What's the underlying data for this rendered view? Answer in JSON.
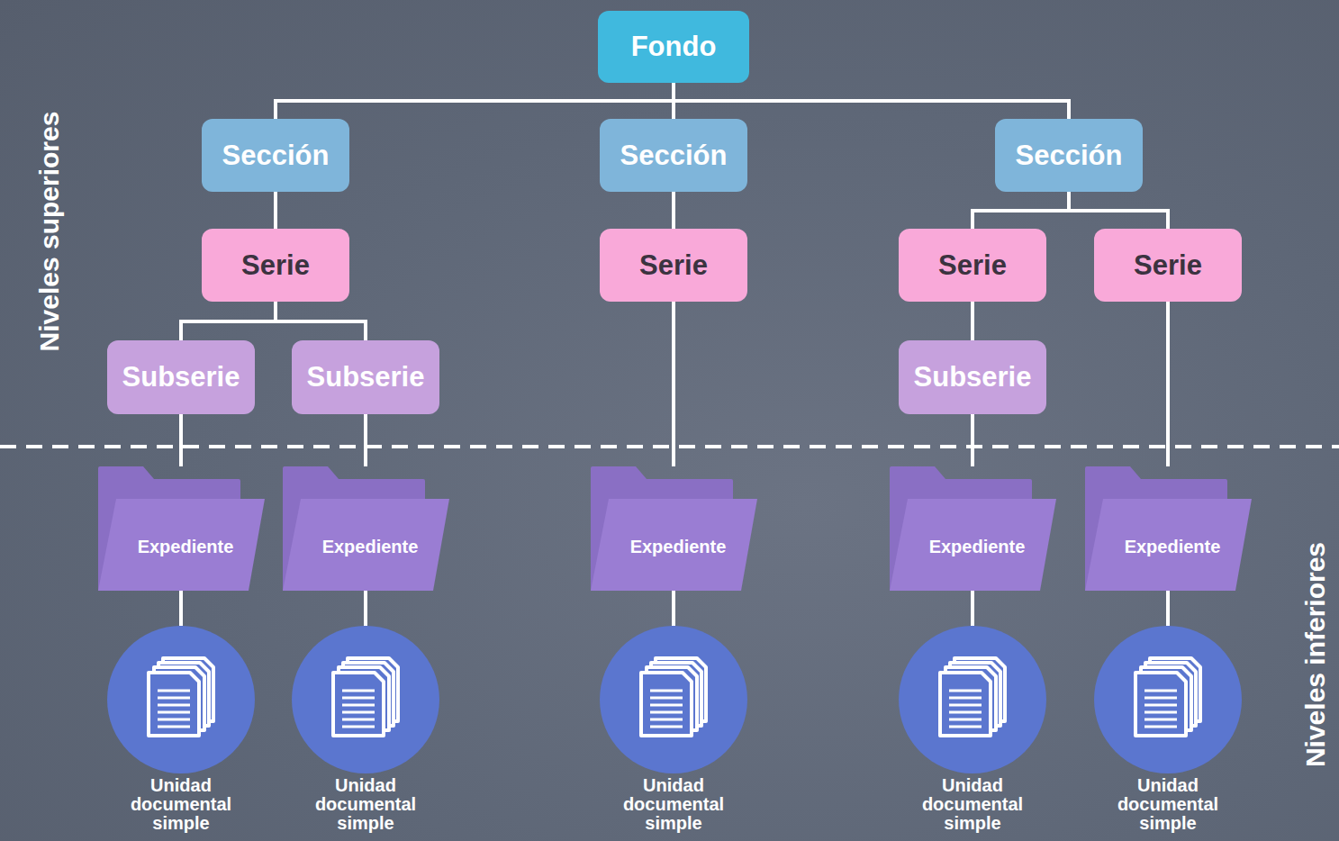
{
  "diagram": {
    "nodes": [
      {
        "text": [
          "Fondo"
        ]
      },
      {
        "text": [
          "Sección"
        ]
      },
      {
        "text": [
          "Sección"
        ]
      },
      {
        "text": [
          "Sección"
        ]
      },
      {
        "text": [
          "Serie"
        ]
      },
      {
        "text": [
          "Serie"
        ]
      },
      {
        "text": [
          "Serie"
        ]
      },
      {
        "text": [
          "Serie"
        ]
      },
      {
        "text": [
          "Subserie"
        ]
      },
      {
        "text": [
          "Subserie"
        ]
      },
      {
        "text": [
          "Subserie"
        ]
      },
      {
        "text": [
          "Expediente"
        ]
      },
      {
        "text": [
          "Expediente"
        ]
      },
      {
        "text": [
          "Expediente"
        ]
      },
      {
        "text": [
          "Expediente"
        ]
      },
      {
        "text": [
          "Expediente"
        ]
      },
      {
        "text": [
          "Unidad documental simple"
        ]
      },
      {
        "text": [
          "Unidad documental simple"
        ]
      },
      {
        "text": [
          "Unidad documental simple"
        ]
      },
      {
        "text": [
          "Unidad documental simple"
        ]
      },
      {
        "text": [
          "Unidad documental simple"
        ]
      }
    ],
    "edges": [
      {
        "from": 0,
        "to": 1,
        "arrow": "none"
      },
      {
        "from": 0,
        "to": 2,
        "arrow": "none"
      },
      {
        "from": 0,
        "to": 3,
        "arrow": "none"
      },
      {
        "from": 1,
        "to": 4,
        "arrow": "none"
      },
      {
        "from": 2,
        "to": 5,
        "arrow": "none"
      },
      {
        "from": 3,
        "to": 6,
        "arrow": "none"
      },
      {
        "from": 3,
        "to": 7,
        "arrow": "none"
      },
      {
        "from": 4,
        "to": 8,
        "arrow": "none"
      },
      {
        "from": 4,
        "to": 9,
        "arrow": "none"
      },
      {
        "from": 6,
        "to": 10,
        "arrow": "none"
      },
      {
        "from": 8,
        "to": 11,
        "arrow": "none"
      },
      {
        "from": 9,
        "to": 12,
        "arrow": "none"
      },
      {
        "from": 5,
        "to": 13,
        "arrow": "none"
      },
      {
        "from": 10,
        "to": 14,
        "arrow": "none"
      },
      {
        "from": 7,
        "to": 15,
        "arrow": "none"
      },
      {
        "from": 11,
        "to": 16,
        "arrow": "none"
      },
      {
        "from": 12,
        "to": 17,
        "arrow": "none"
      },
      {
        "from": 13,
        "to": 18,
        "arrow": "none"
      },
      {
        "from": 14,
        "to": 19,
        "arrow": "none"
      },
      {
        "from": 15,
        "to": 20,
        "arrow": "none"
      }
    ],
    "labels": [
      "Niveles superiores",
      "Niveles inferiores"
    ]
  }
}
